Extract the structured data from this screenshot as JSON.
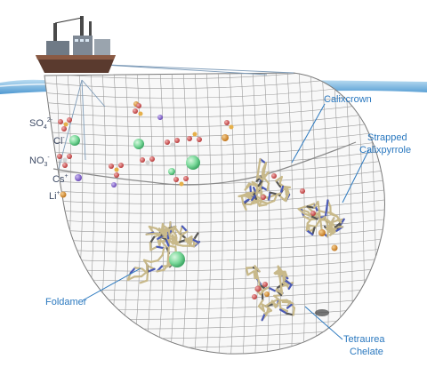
{
  "ions": {
    "so4": {
      "base": "SO",
      "sub": "4",
      "sup": "2-"
    },
    "cl": {
      "base": "Cl",
      "sup": "-"
    },
    "no3": {
      "base": "NO",
      "sub": "3",
      "sup": "-"
    },
    "cs": {
      "base": "Cs",
      "sup": "+"
    },
    "li": {
      "base": "Li",
      "sup": "+"
    }
  },
  "receptors": {
    "calixcrown": "Calixcrown",
    "strapped_line1": "Strapped",
    "strapped_line2": "Calixpyrrole",
    "foldamer": "Foldamer",
    "tetraurea_line1": "Tetraurea",
    "chelate_line2": "Chelate"
  },
  "colors": {
    "label_blue": "#2a78bf",
    "ion_text": "#3f4c66",
    "chloride_green": "#7ad99a",
    "cesium_purple": "#8a6ad0",
    "lithium_orange": "#d98a2a",
    "oxygen_red": "#d05050",
    "water_blue": "#2f86c8",
    "mesh_gray": "#9a9a9a"
  }
}
